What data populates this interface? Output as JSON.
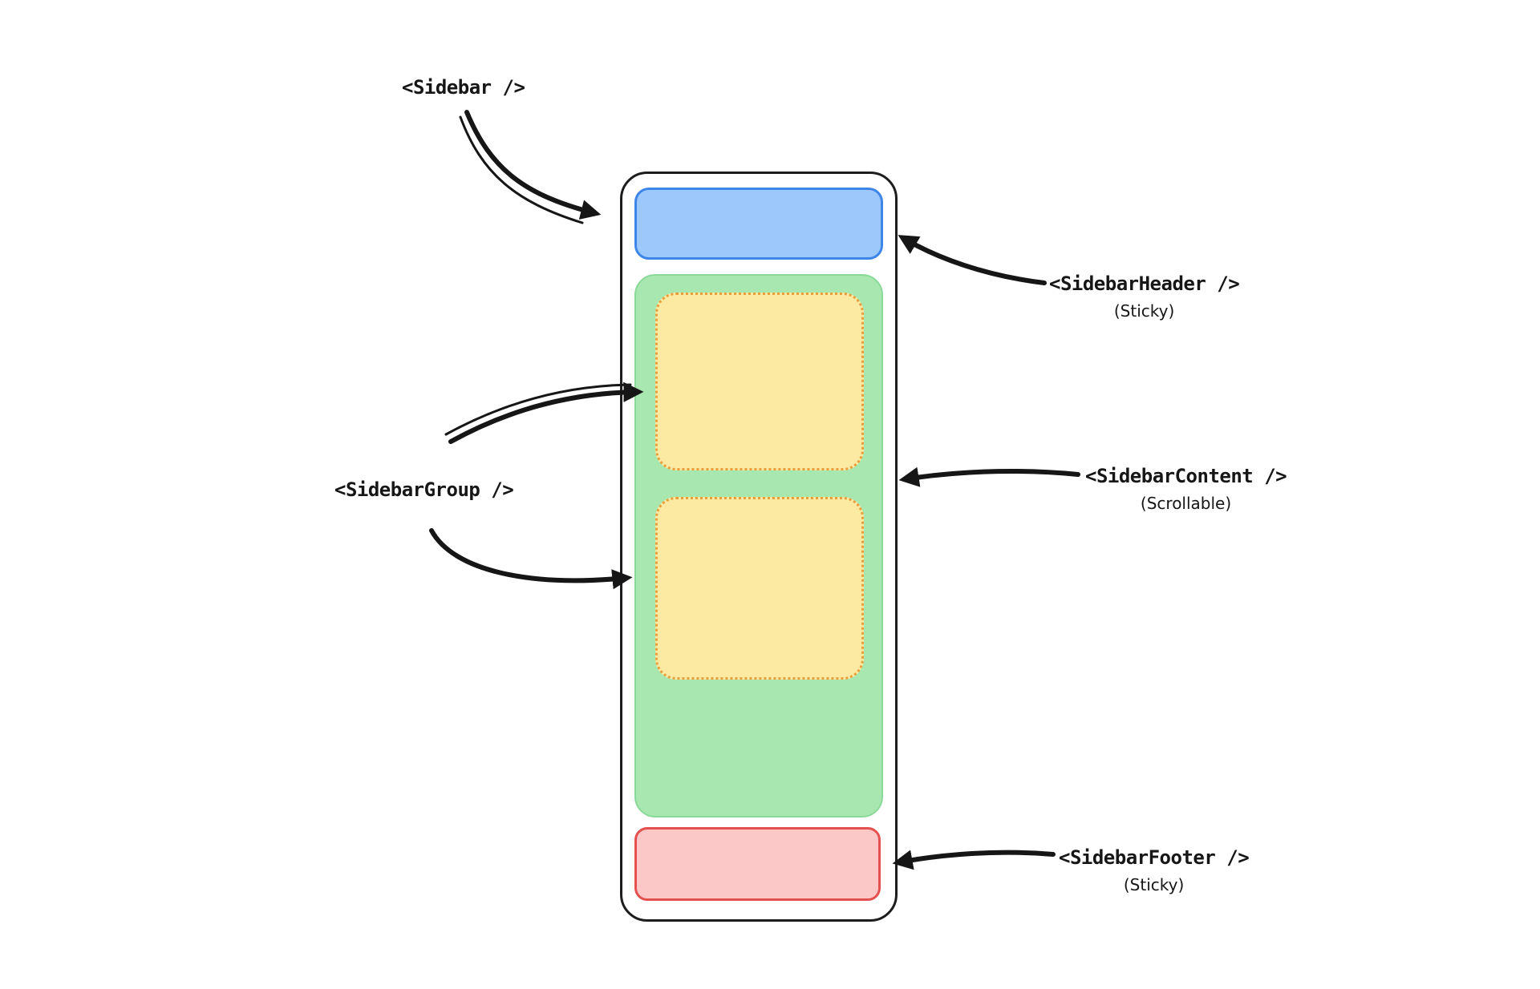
{
  "diagram": {
    "title": "sidebar-anatomy",
    "labels": {
      "sidebar": "<Sidebar />",
      "header": "<SidebarHeader />",
      "header_note": "(Sticky)",
      "group": "<SidebarGroup />",
      "content": "<SidebarContent />",
      "content_note": "(Scrollable)",
      "footer": "<SidebarFooter />",
      "footer_note": "(Sticky)"
    },
    "colors": {
      "header_fill": "#9cc8fc",
      "header_stroke": "#3d86e8",
      "content_fill": "#a9e7b1",
      "content_stroke": "#8bd998",
      "group_fill": "#fce9a2",
      "group_stroke": "#e99e3c",
      "footer_fill": "#fcc7c7",
      "footer_stroke": "#e4504e",
      "outline_stroke": "#1d1d1d",
      "arrow": "#161616",
      "text": "#161616",
      "bg": "#ffffff"
    }
  }
}
